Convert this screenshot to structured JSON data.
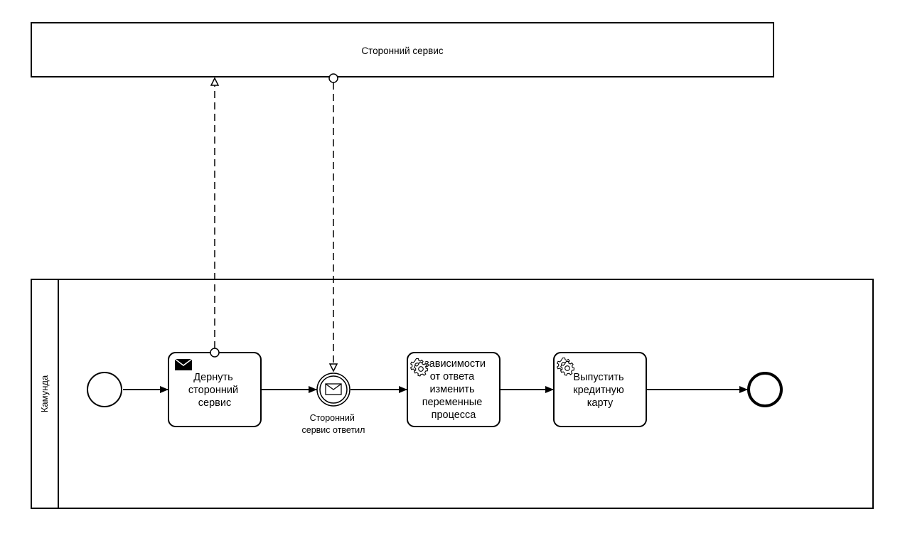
{
  "external_pool": {
    "label": "Сторонний сервис"
  },
  "main_pool": {
    "label": "Камунда"
  },
  "nodes": {
    "start_event": {
      "type": "start-event"
    },
    "task_call": {
      "type": "send-task",
      "icon": "envelope-filled-icon",
      "lines": [
        "Дернуть",
        "сторонний",
        "сервис"
      ]
    },
    "catch_event": {
      "type": "intermediate-message-catch-event",
      "icon": "envelope-outline-icon",
      "lines": [
        "Сторонний",
        "сервис ответил"
      ]
    },
    "task_change_vars": {
      "type": "service-task",
      "icon": "gear-icon",
      "lines": [
        "зависимости",
        "от ответа",
        "изменить",
        "переменные",
        "процесса"
      ]
    },
    "task_issue_card": {
      "type": "service-task",
      "icon": "gear-icon",
      "lines": [
        "Выпустить",
        "кредитную",
        "карту"
      ]
    },
    "end_event": {
      "type": "end-event"
    }
  },
  "colors": {
    "stroke": "#000000",
    "fill": "#ffffff"
  }
}
